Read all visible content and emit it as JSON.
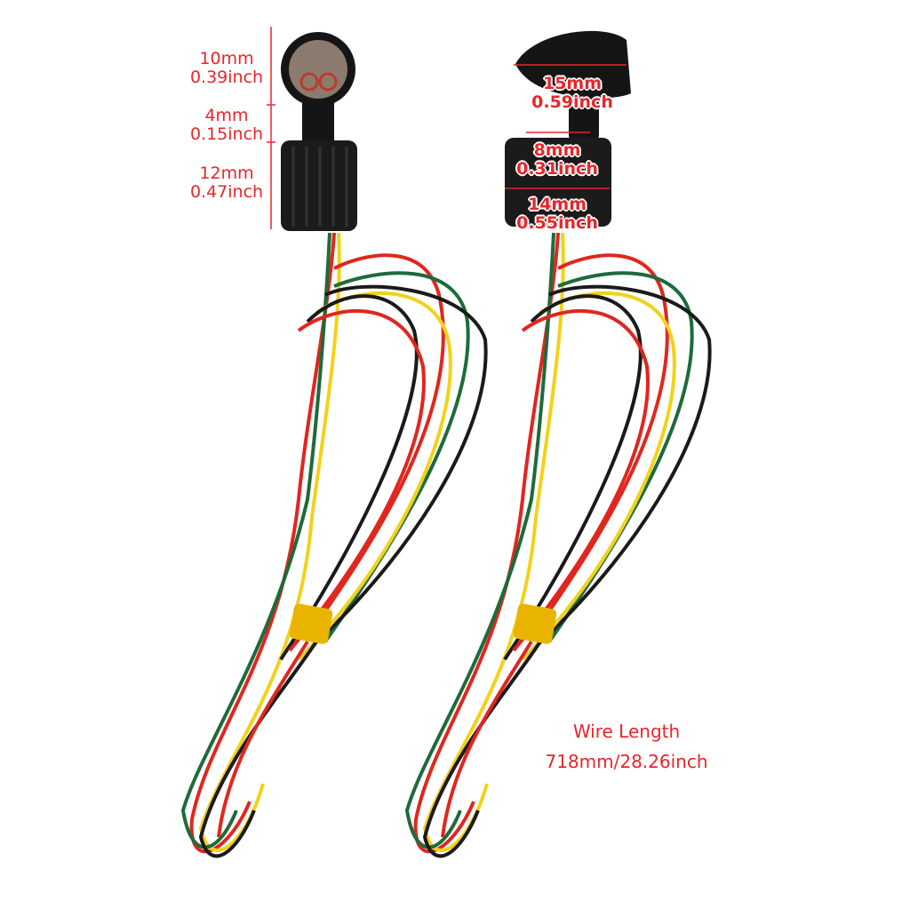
{
  "left_light": {
    "dimensions": [
      {
        "mm": "10mm",
        "inch": "0.39inch"
      },
      {
        "mm": "4mm",
        "inch": "0.15inch"
      },
      {
        "mm": "12mm",
        "inch": "0.47inch"
      }
    ]
  },
  "right_light": {
    "dimensions": [
      {
        "mm": "15mm",
        "inch": "0.59inch"
      },
      {
        "mm": "8mm",
        "inch": "0.31inch"
      },
      {
        "mm": "14mm",
        "inch": "0.55inch"
      }
    ]
  },
  "wire_length": {
    "label": "Wire Length",
    "value": "718mm/28.26inch"
  },
  "colors": {
    "annotation": "#e8262b",
    "wire_red": "#e0261f",
    "wire_yellow": "#f2d21a",
    "wire_green": "#1d6b3a",
    "wire_black": "#1a1a1a",
    "tape": "#e8b400"
  }
}
